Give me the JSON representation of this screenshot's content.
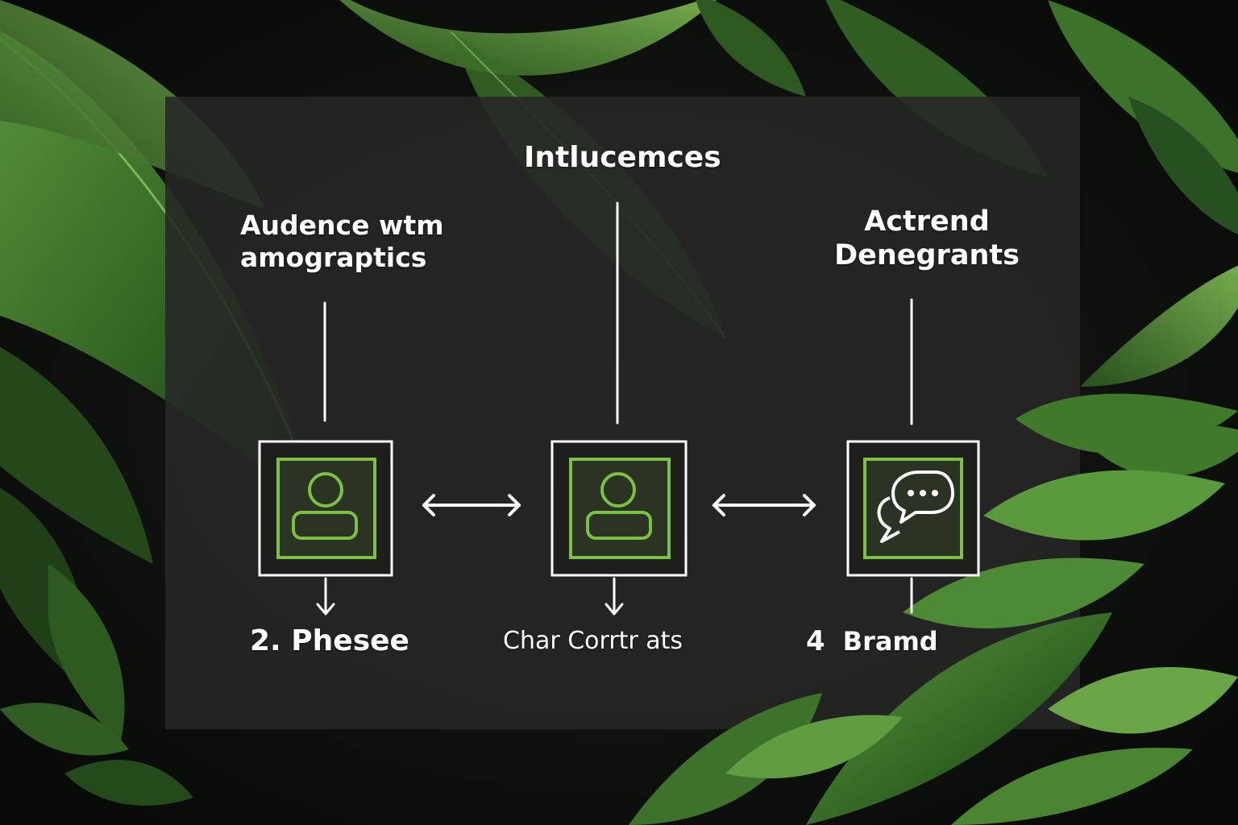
{
  "colors": {
    "accent": "#7dc142",
    "panel": "#2b2b29",
    "stroke": "#ffffff",
    "foliage_dark": "#1d3a16",
    "foliage_mid": "#3f7a2b",
    "foliage_light": "#76b04b"
  },
  "top_labels": {
    "left": [
      "Audence wtm",
      "amograptics"
    ],
    "center": [
      "Intlucemces"
    ],
    "right": [
      "Actrend",
      "Denegrants"
    ]
  },
  "bottom_labels": {
    "left": "2. Phesee",
    "center": "Char Corrtr ats",
    "right_number": "4",
    "right_text": "Bramd"
  },
  "nodes": [
    {
      "name": "person-node-left",
      "icon": "person-icon"
    },
    {
      "name": "person-node-center",
      "icon": "person-icon"
    },
    {
      "name": "chat-node-right",
      "icon": "chat-bubble-icon"
    }
  ]
}
